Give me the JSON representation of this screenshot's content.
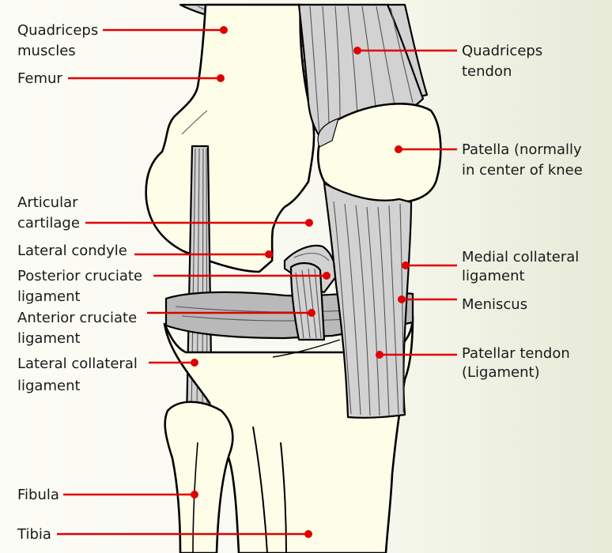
{
  "colors": {
    "leader": "#e00000",
    "bone": "#fdfde8",
    "tissue": "#d2d2d2",
    "background_left": "#fbfbf3",
    "background_right": "#e7ebd9"
  },
  "labels_left": [
    {
      "id": "quadriceps-muscles",
      "lines": [
        "Quadriceps",
        "muscles"
      ]
    },
    {
      "id": "femur",
      "lines": [
        "Femur"
      ]
    },
    {
      "id": "articular-cartilage",
      "lines": [
        "Articular",
        "cartilage"
      ]
    },
    {
      "id": "lateral-condyle",
      "lines": [
        "Lateral condyle"
      ]
    },
    {
      "id": "posterior-cruciate-ligament",
      "lines": [
        "Posterior cruciate",
        "ligament"
      ]
    },
    {
      "id": "anterior-cruciate-ligament",
      "lines": [
        "Anterior cruciate",
        "ligament"
      ]
    },
    {
      "id": "lateral-collateral-ligament",
      "lines": [
        "Lateral collateral",
        "ligament"
      ]
    },
    {
      "id": "fibula",
      "lines": [
        "Fibula"
      ]
    },
    {
      "id": "tibia",
      "lines": [
        "Tibia"
      ]
    }
  ],
  "labels_right": [
    {
      "id": "quadriceps-tendon",
      "lines": [
        "Quadriceps",
        "tendon"
      ]
    },
    {
      "id": "patella",
      "lines": [
        "Patella (normally",
        "in center of knee"
      ]
    },
    {
      "id": "medial-collateral-ligament",
      "lines": [
        "Medial collateral",
        "ligament"
      ]
    },
    {
      "id": "meniscus",
      "lines": [
        "Meniscus"
      ]
    },
    {
      "id": "patellar-tendon",
      "lines": [
        "Patellar tendon",
        "(Ligament)"
      ]
    }
  ]
}
